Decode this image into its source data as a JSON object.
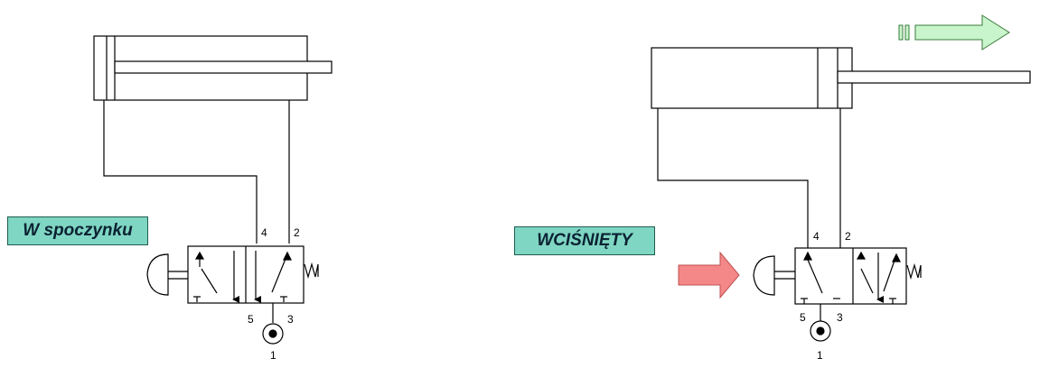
{
  "labels": {
    "left_state": "W spoczynku",
    "right_state": "WCIŚNIĘTY"
  },
  "ports": {
    "p4": "4",
    "p2": "2",
    "p5": "5",
    "p3": "3",
    "p1": "1"
  },
  "colors": {
    "label_fill": "#7fd6c2",
    "motion_arrow": "#c8f5cc",
    "push_arrow": "#f48888",
    "line": "#000000"
  }
}
